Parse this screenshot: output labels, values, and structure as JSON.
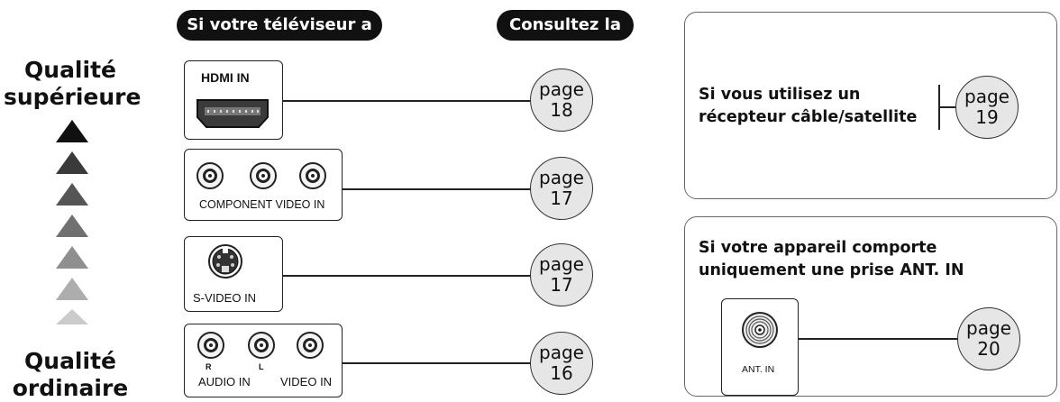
{
  "header": {
    "left_pill": "Si votre téléviseur a",
    "right_pill": "Consultez la"
  },
  "quality": {
    "top": "Qualité supérieure",
    "bottom": "Qualité ordinaire"
  },
  "quality_scale_colors": [
    "#111111",
    "#3a3a3a",
    "#555555",
    "#707070",
    "#8f8f8f",
    "#adadad",
    "#cbcbcb"
  ],
  "connections": [
    {
      "port": "HDMI IN",
      "page_word": "page",
      "page_num": "18"
    },
    {
      "port": "COMPONENT VIDEO IN",
      "page_word": "page",
      "page_num": "17"
    },
    {
      "port": "S-VIDEO IN",
      "page_word": "page",
      "page_num": "17"
    },
    {
      "port_r": "R",
      "port_l": "L",
      "port_audio": "AUDIO IN",
      "port_video": "VIDEO IN",
      "page_word": "page",
      "page_num": "16"
    }
  ],
  "right_panels": {
    "cable": {
      "line1": "Si vous utilisez un",
      "line2": "récepteur câble/satellite",
      "page_word": "page",
      "page_num": "19"
    },
    "antenna": {
      "line1": "Si votre appareil comporte",
      "line2": "uniquement une prise ANT. IN",
      "port": "ANT. IN",
      "page_word": "page",
      "page_num": "20"
    }
  }
}
